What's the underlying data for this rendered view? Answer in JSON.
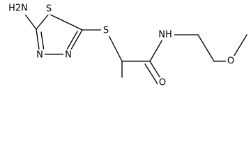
{
  "structure": {
    "atoms": {
      "amino_n": "H2N",
      "ring_s": "S",
      "ring_n_left": "N",
      "ring_n_right": "N",
      "thioether_s": "S",
      "carbonyl_o": "O",
      "amide_nh": "NH",
      "ether_o": "O"
    }
  }
}
